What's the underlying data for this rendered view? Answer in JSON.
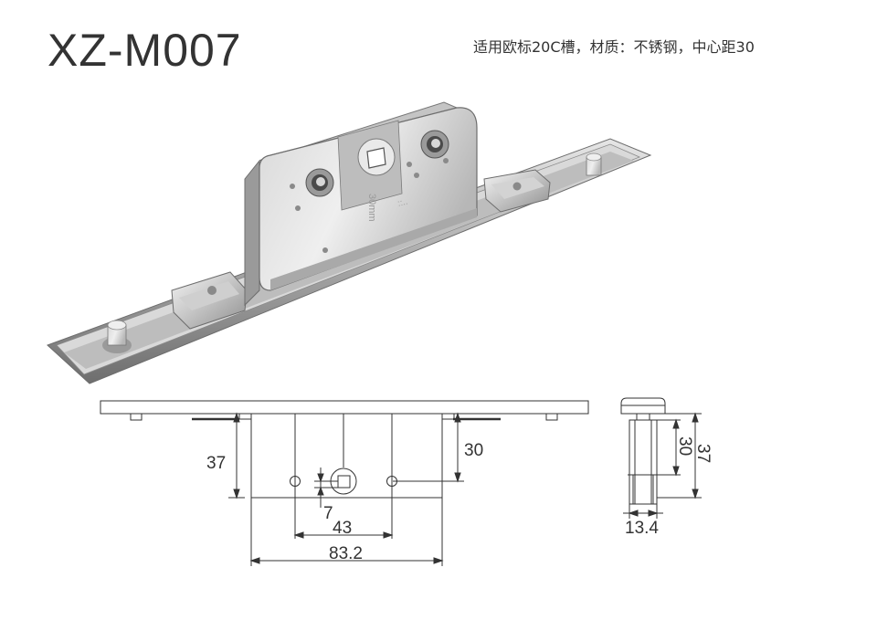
{
  "header": {
    "model": "XZ-M007",
    "spec": "适用欧标20C槽，材质：不锈钢，中心距30"
  },
  "product_photo": {
    "engraving": "30mm"
  },
  "drawing": {
    "front_view": {
      "dim_height_left": "37",
      "dim_center_height": "30",
      "dim_square": "7",
      "dim_hole_spacing": "43",
      "dim_body_width": "83.2"
    },
    "side_view": {
      "dim_height_30": "30",
      "dim_height_37": "37",
      "dim_width": "13.4"
    }
  }
}
